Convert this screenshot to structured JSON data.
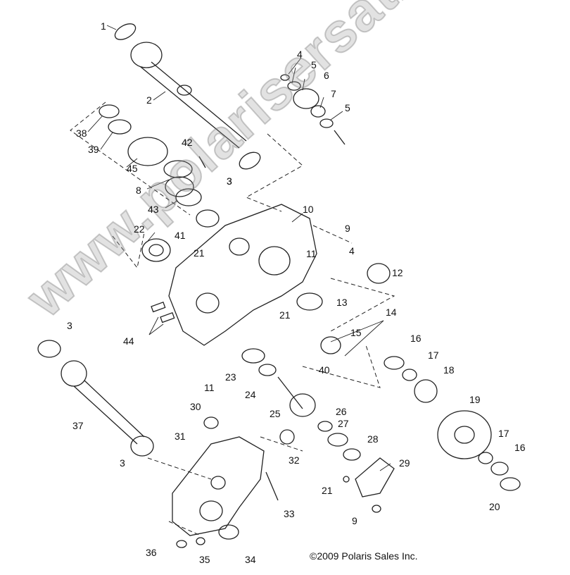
{
  "diagram": {
    "labels": [
      "1",
      "2",
      "3",
      "4",
      "5",
      "6",
      "7",
      "5",
      "38",
      "39",
      "42",
      "45",
      "8",
      "3",
      "43",
      "10",
      "9",
      "22",
      "41",
      "21",
      "11",
      "4",
      "12",
      "44",
      "21",
      "13",
      "14",
      "15",
      "3",
      "11",
      "23",
      "40",
      "16",
      "17",
      "18",
      "24",
      "30",
      "26",
      "25",
      "37",
      "31",
      "27",
      "19",
      "28",
      "3",
      "29",
      "17",
      "16",
      "32",
      "21",
      "33",
      "20",
      "9",
      "36",
      "35",
      "34"
    ],
    "copyright": "©2009 Polaris Sales Inc.",
    "watermark": "www.polarisersatzteile.de"
  }
}
